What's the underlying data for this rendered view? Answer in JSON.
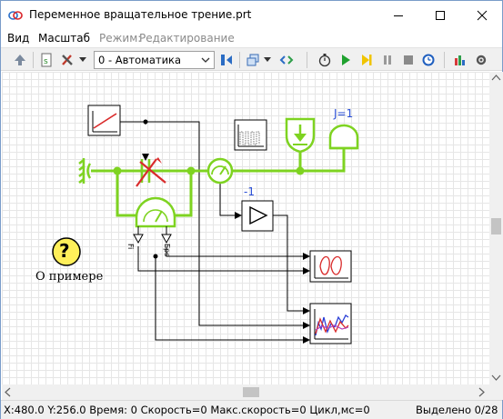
{
  "window": {
    "title": "Переменное вращательное трение.prt"
  },
  "menu": {
    "view": "Вид",
    "scale": "Масштаб",
    "mode_label": "Режим:",
    "mode_value": "Редактирование"
  },
  "toolbar": {
    "mode_select_value": "0 - Автоматика"
  },
  "diagram": {
    "gain_label": "-1",
    "output_label": "J=1",
    "sensor_port_fi": "Fi",
    "sensor_port_eps": "Eps",
    "help_text": "О примере",
    "help_glyph": "?"
  },
  "status": {
    "left": "X:480.0  Y:256.0 Время: 0 Скорость=0 Макс.скорость=0 Цикл,мс=0",
    "right": "Выделено 0/28"
  },
  "colors": {
    "green": "#7ed321",
    "blue_label": "#2a4fd6",
    "help_fill": "#ffef5a"
  }
}
